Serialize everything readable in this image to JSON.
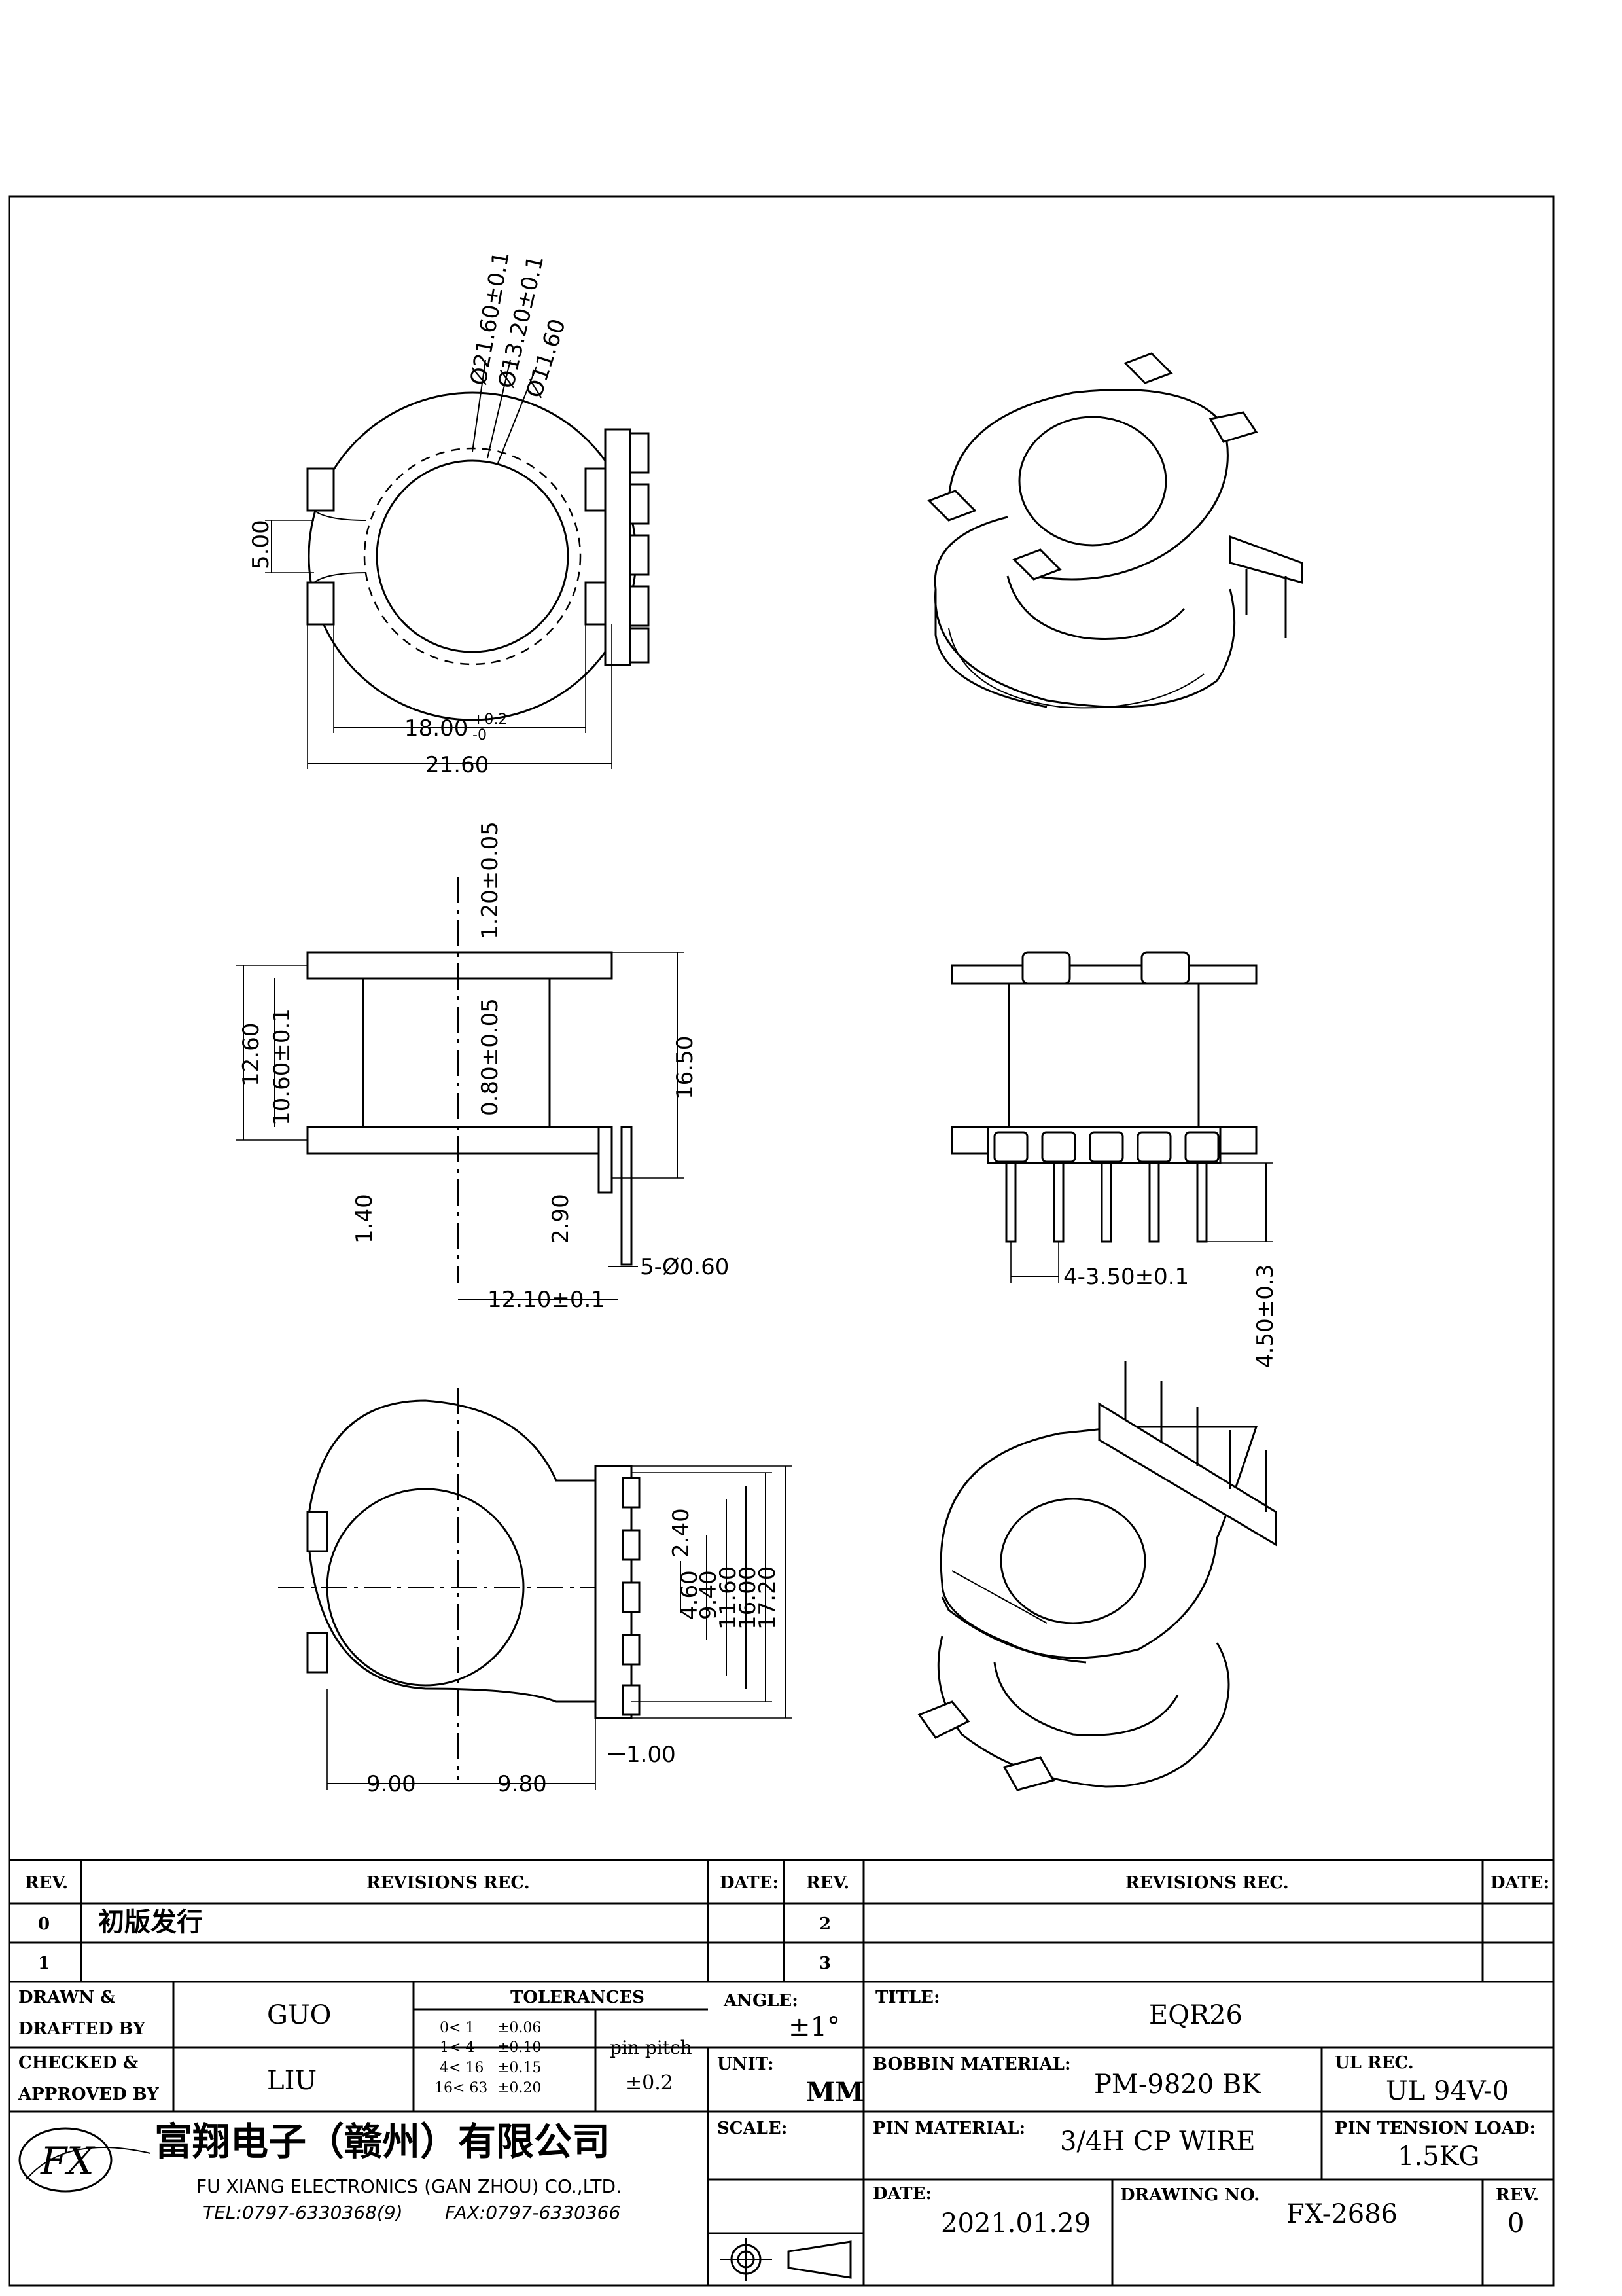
{
  "drawing": {
    "top_view_dims": {
      "d_outer": "Ø21.60±0.1",
      "d_mid": "Ø13.20±0.1",
      "d_inner": "Ø11.60",
      "slot": "5.00",
      "inner_width": "18.00",
      "inner_width_tol_upper": "+0.2",
      "inner_width_tol_lower": "-0",
      "outer_width": "21.60"
    },
    "side_view_dims": {
      "flange": "1.20±0.05",
      "height_total": "12.60",
      "height_winding": "10.60±0.1",
      "wall": "0.80±0.05",
      "overall": "16.50",
      "pin_offset": "1.40",
      "pin_row": "2.90",
      "pin_dia": "5-Ø0.60",
      "width": "12.10±0.1"
    },
    "front_view_dims": {
      "pitch": "4-3.50±0.1",
      "pin_length": "4.50±0.3"
    },
    "bottom_view_dims": {
      "d1": "2.40",
      "d2": "4.60",
      "d3": "9.40",
      "d4": "11.60",
      "d5": "16.00",
      "d6": "17.20",
      "left": "9.00",
      "right": "9.80",
      "offset": "1.00"
    }
  },
  "revisions": {
    "rev_header": "REV.",
    "revisions_header": "REVISIONS  REC.",
    "date_header": "DATE:",
    "rows_left": [
      {
        "rev": "0",
        "text": "初版发行"
      },
      {
        "rev": "1",
        "text": ""
      }
    ],
    "rows_right": [
      {
        "rev": "2",
        "text": ""
      },
      {
        "rev": "3",
        "text": ""
      }
    ]
  },
  "title_block": {
    "drawn_label_1": "DRAWN &",
    "drawn_label_2": "DRAFTED BY",
    "drawn_by": "GUO",
    "checked_label_1": "CHECKED &",
    "checked_label_2": "APPROVED BY",
    "checked_by": "LIU",
    "tolerances_label": "TOLERANCES",
    "tolerance_rows": [
      {
        "range": "0<  1",
        "tol": "±0.06"
      },
      {
        "range": "1<  4",
        "tol": "±0.10"
      },
      {
        "range": "4<  16",
        "tol": "±0.15"
      },
      {
        "range": "16<  63",
        "tol": "±0.20"
      }
    ],
    "pin_pitch_label": "pin pitch",
    "pin_pitch_value": "±0.2",
    "angle_label": "ANGLE:",
    "angle_value": "±1°",
    "unit_label": "UNIT:",
    "unit_value": "MM",
    "scale_label": "SCALE:",
    "title_label": "TITLE:",
    "title_value": "EQR26",
    "bobbin_material_label": "BOBBIN MATERIAL:",
    "bobbin_material_value": "PM-9820 BK",
    "ul_rec_label": "UL REC.",
    "ul_rec_value": "UL 94V-0",
    "pin_material_label": "PIN MATERIAL:",
    "pin_material_value": "3/4H CP WIRE",
    "pin_tension_label": "PIN TENSION LOAD:",
    "pin_tension_value": "1.5KG",
    "date_label": "DATE:",
    "date_value": "2021.01.29",
    "drawing_no_label": "DRAWING NO.",
    "drawing_no_value": "FX-2686",
    "rev_label": "REV.",
    "rev_value": "0"
  },
  "company": {
    "logo_text": "FX",
    "name_cn": "富翔电子（赣州）有限公司",
    "name_en": "FU XIANG ELECTRONICS (GAN ZHOU) CO.,LTD.",
    "tel": "TEL:0797-6330368(9)",
    "fax": "FAX:0797-6330366"
  }
}
